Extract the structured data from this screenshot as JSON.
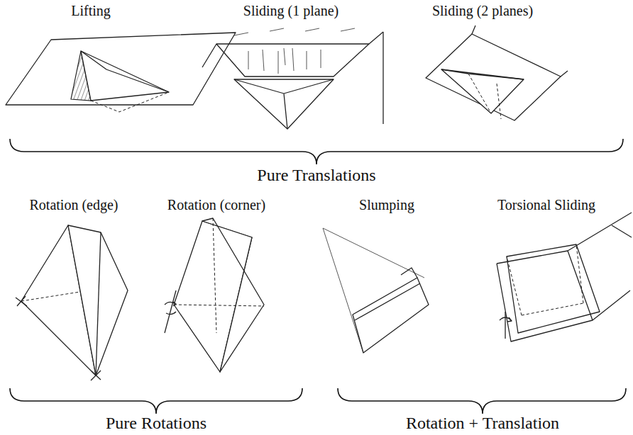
{
  "diagram": {
    "labels": [
      "Lifting",
      "Sliding (1 plane)",
      "Sliding (2 planes)",
      "Pure Translations",
      "Rotation (edge)",
      "Rotation (corner)",
      "Slumping",
      "Torsional Sliding",
      "Pure Rotations",
      "Rotation + Translation"
    ]
  }
}
